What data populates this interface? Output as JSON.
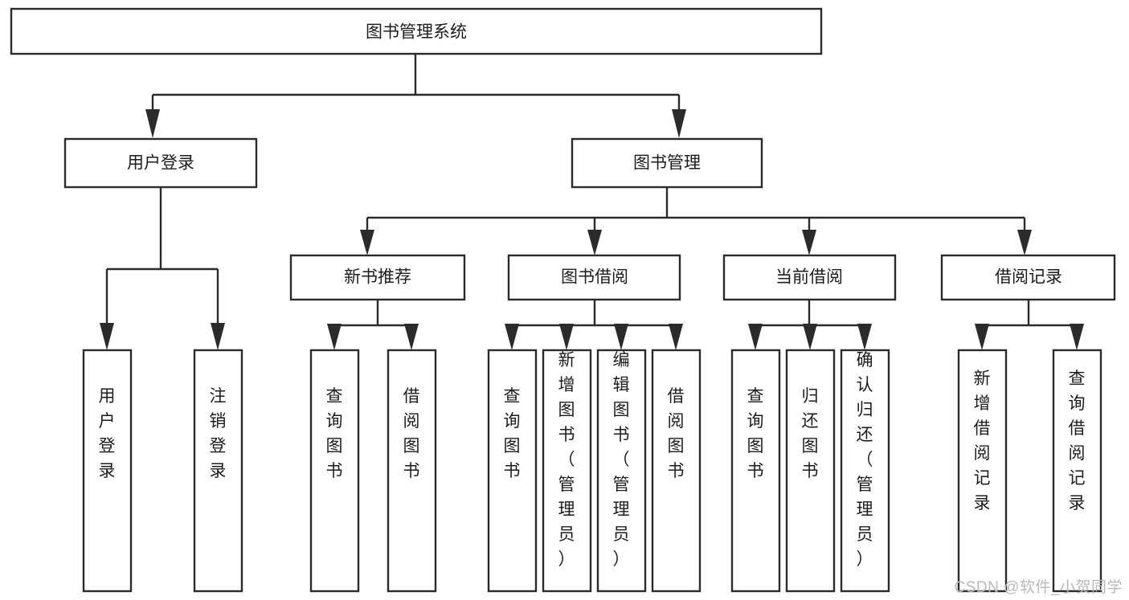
{
  "diagram": {
    "type": "tree",
    "title": "图书管理系统",
    "watermark": "CSDN @软件_小贺同学",
    "colors": {
      "stroke": "#2b2b2b",
      "fill": "#ffffff",
      "text": "#1c1c1c",
      "watermark": "#b9b9b9"
    },
    "nodes": {
      "root": {
        "label": "图书管理系统"
      },
      "level1": [
        {
          "label": "用户登录"
        },
        {
          "label": "图书管理"
        }
      ],
      "level2": [
        {
          "label": "新书推荐"
        },
        {
          "label": "图书借阅"
        },
        {
          "label": "当前借阅"
        },
        {
          "label": "借阅记录"
        }
      ],
      "leaves": {
        "user_login": [
          {
            "label": "用户登录"
          },
          {
            "label": "注销登录"
          }
        ],
        "new_book_recommend": [
          {
            "label": "查询图书"
          },
          {
            "label": "借阅图书"
          }
        ],
        "book_borrow": [
          {
            "label": "查询图书"
          },
          {
            "label": "新增图书（管理员）"
          },
          {
            "label": "编辑图书（管理员）"
          },
          {
            "label": "借阅图书"
          }
        ],
        "current_borrow": [
          {
            "label": "查询图书"
          },
          {
            "label": "归还图书"
          },
          {
            "label": "确认归还（管理员）"
          }
        ],
        "borrow_record": [
          {
            "label": "新增借阅记录"
          },
          {
            "label": "查询借阅记录"
          }
        ]
      }
    }
  }
}
